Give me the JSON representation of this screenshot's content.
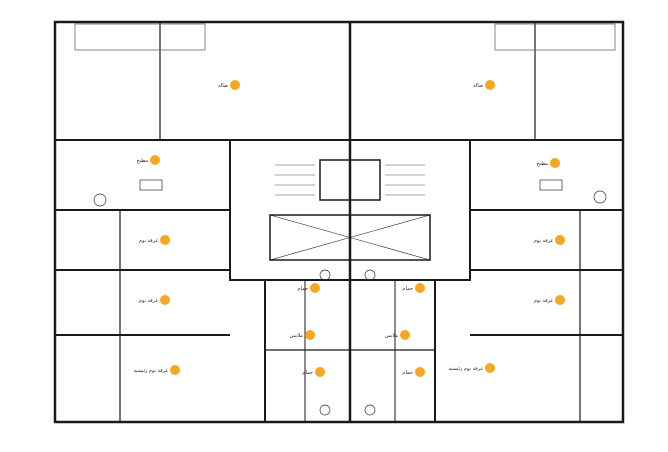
{
  "plan": {
    "wall_color": "#1a1a1a",
    "thin_line_color": "#555555",
    "marker_color": "#f5a623",
    "rooms": [
      {
        "id": "living-left",
        "label": "صالة"
      },
      {
        "id": "living-right",
        "label": "صالة"
      },
      {
        "id": "kitchen-left",
        "label": "مطبخ"
      },
      {
        "id": "kitchen-right",
        "label": "مطبخ"
      },
      {
        "id": "bedroom-left-1",
        "label": "غرفة نوم"
      },
      {
        "id": "bedroom-left-2",
        "label": "غرفة نوم"
      },
      {
        "id": "bedroom-left-master",
        "label": "غرفة نوم رئيسية"
      },
      {
        "id": "bedroom-right-1",
        "label": "غرفة نوم"
      },
      {
        "id": "bedroom-right-2",
        "label": "غرفة نوم"
      },
      {
        "id": "bedroom-right-master",
        "label": "غرفة نوم رئيسية"
      },
      {
        "id": "bath-left-1",
        "label": "حمام"
      },
      {
        "id": "bath-left-2",
        "label": "حمام"
      },
      {
        "id": "bath-right-1",
        "label": "حمام"
      },
      {
        "id": "bath-right-2",
        "label": "حمام"
      },
      {
        "id": "dress-left",
        "label": "ملابس"
      },
      {
        "id": "dress-right",
        "label": "ملابس"
      }
    ]
  }
}
